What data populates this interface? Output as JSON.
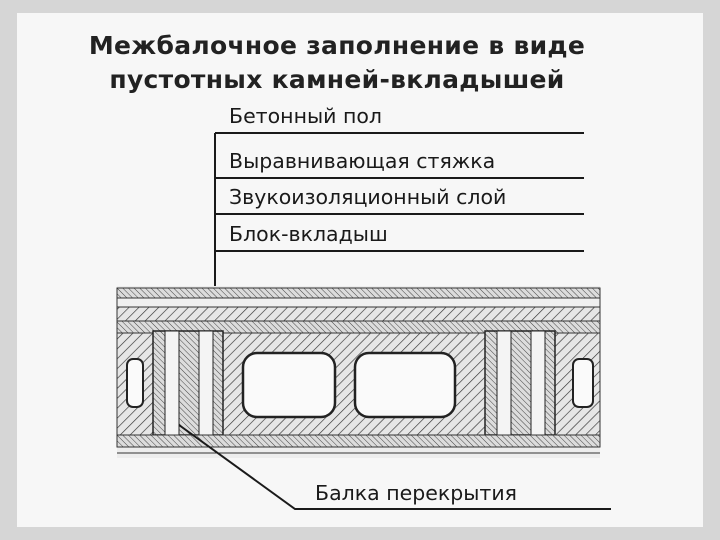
{
  "slide": {
    "title": {
      "line1": "Межбалочное заполнение в виде",
      "line2": "пустотных камней-вкладышей"
    },
    "layers": [
      "Бетонный пол",
      "Выравнивающая стяжка",
      "Звукоизоляционный слой",
      "Блок-вкладыш"
    ],
    "beam_label": "Балка перекрытия"
  },
  "colors": {
    "background": "#d6d6d6",
    "slide": "#f7f7f7",
    "ink": "#1a1a1a"
  }
}
